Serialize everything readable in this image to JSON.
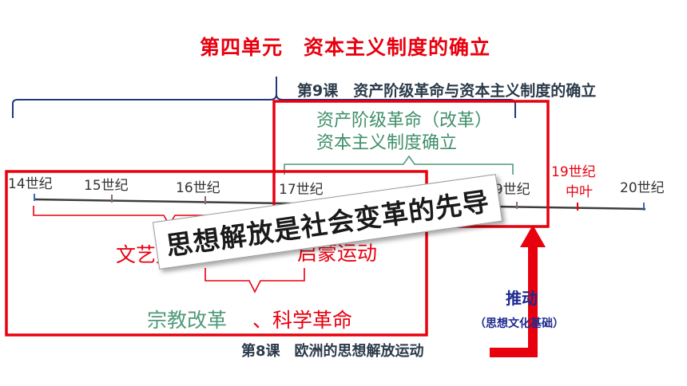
{
  "unit_title": "第四单元　资本主义制度的确立",
  "lesson9": "第9课　资产阶级革命与资本主义制度的确立",
  "lesson8": "第8课　欧洲的思想解放运动",
  "revolution": {
    "line1": "资产阶级革命（改革）",
    "line2": "资本主义制度确立"
  },
  "centuries": {
    "c14": "14世纪",
    "c15": "15世纪",
    "c16": "16世纪",
    "c17": "17世纪",
    "c19": "19世纪",
    "c19mid_1": "19世纪",
    "c19mid_2": "中叶",
    "c20": "20世纪"
  },
  "movements": {
    "renaissance": "文艺复兴",
    "enlightenment": "启蒙运动",
    "reformation": "宗教改革",
    "sep": "、",
    "scientific": "科学革命"
  },
  "push": "推动",
  "basis": "（思想文化基础）",
  "banner": "思想解放是社会变革的先导",
  "colors": {
    "accent_red": "#e8000f",
    "green": "#3f8f6a",
    "navy": "#1d2a8f",
    "brace_blue": "#1f3a7a"
  }
}
